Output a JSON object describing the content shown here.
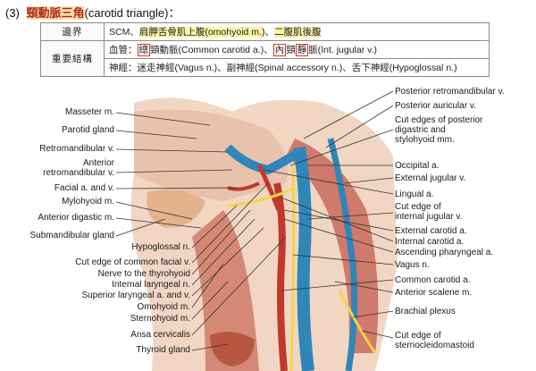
{
  "heading": {
    "number": "(3)",
    "title_cn": "頸動脈三角",
    "title_en": "(carotid triangle)："
  },
  "table": {
    "rows": [
      {
        "head": "邊界",
        "segments": [
          {
            "text": "SCM、",
            "style": "plain"
          },
          {
            "text": "肩胛舌骨肌上腹(omohyoid m.)",
            "style": "yellow"
          },
          {
            "text": "、",
            "style": "plain"
          },
          {
            "text": "二腹肌後腹",
            "style": "yellow"
          }
        ]
      },
      {
        "head": "重要結構",
        "segments": [
          {
            "text": "血管：",
            "style": "plain"
          },
          {
            "text": "總",
            "style": "boxed"
          },
          {
            "text": "頸動脈(Common carotid a.)、",
            "style": "plain"
          },
          {
            "text": "內",
            "style": "boxed"
          },
          {
            "text": "頸",
            "style": "plain"
          },
          {
            "text": "靜",
            "style": "boxed"
          },
          {
            "text": "脈(Int. jugular v.)",
            "style": "plain"
          }
        ]
      },
      {
        "head": "",
        "segments": [
          {
            "text": "神經：迷走神經(Vagus n.)、副神經(Spinal accessory n.)、舌下神經(Hypoglossal n.)",
            "style": "plain"
          }
        ]
      }
    ]
  },
  "figure": {
    "left_labels": [
      "Masseter m.",
      "Parotid gland",
      "Retromandibular v.",
      "Anterior\nretromandibular v.",
      "Facial a. and v.",
      "Mylohyoid m.",
      "Anterior digastic m.",
      "Submandibular gland"
    ],
    "center_labels": [
      "Hypoglossal n.",
      "Cut edge of common facial v.",
      "Nerve to the thyrohyoid",
      "Internal laryngeal n.",
      "Superior laryngeal a. and v.",
      "Omohyoid m.",
      "Sternohyoid m.",
      "Ansa cervicalis",
      "Thyroid gland"
    ],
    "right_labels": [
      "Posterior retromandibular v.",
      "Posterior auricular v.",
      "Cut edges of posterior\ndigastric and\nstylohyoid mm.",
      "Occipital a.",
      "External jugular v.",
      "Lingual a.",
      "Cut edge of\ninternal jugular v.",
      "External carotid a.",
      "Internal carotid a.",
      "Ascending pharyngeal a.",
      "Vagus n.",
      "Common carotid a.",
      "Anterior scalene m.",
      "Brachial plexus",
      "Cut edge of\nsternocleidomastoid"
    ]
  },
  "colors": {
    "title_highlight": "#fbe3a8",
    "title_text": "#b02a1d",
    "yellow_highlight": "#fff4a6",
    "box_border": "#d23a2a",
    "vein": "#2f86b8",
    "artery": "#c0392b",
    "nerve": "#f2d54a",
    "muscle": "#c96a5a",
    "skin": "#f1d6c4"
  }
}
